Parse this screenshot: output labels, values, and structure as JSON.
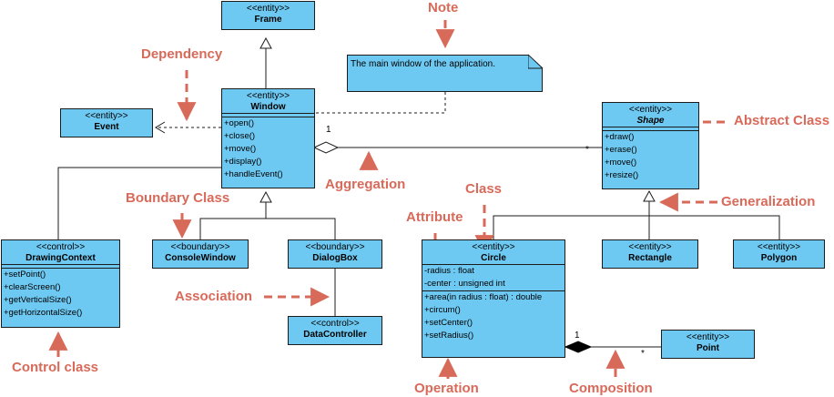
{
  "classes": {
    "frame": {
      "stereotype": "<<entity>>",
      "name": "Frame"
    },
    "window": {
      "stereotype": "<<entity>>",
      "name": "Window",
      "operations": [
        "+open()",
        "+close()",
        "+move()",
        "+display()",
        "+handleEvent()"
      ]
    },
    "event": {
      "stereotype": "<<entity>>",
      "name": "Event"
    },
    "shape": {
      "stereotype": "<<entity>>",
      "name": "Shape",
      "operations": [
        "+draw()",
        "+erase()",
        "+move()",
        "+resize()"
      ]
    },
    "drawing_context": {
      "stereotype": "<<control>>",
      "name": "DrawingContext",
      "operations": [
        "+setPoint()",
        "+clearScreen()",
        "+getVerticalSize()",
        "+getHorizontalSize()"
      ]
    },
    "console_window": {
      "stereotype": "<<boundary>>",
      "name": "ConsoleWindow"
    },
    "dialog_box": {
      "stereotype": "<<boundary>>",
      "name": "DialogBox"
    },
    "data_controller": {
      "stereotype": "<<control>>",
      "name": "DataController"
    },
    "circle": {
      "stereotype": "<<entity>>",
      "name": "Circle",
      "attributes": [
        "-radius : float",
        "-center : unsigned int"
      ],
      "operations": [
        "+area(in radius : float) : double",
        "+circum()",
        "+setCenter()",
        "+setRadius()"
      ]
    },
    "rectangle": {
      "stereotype": "<<entity>>",
      "name": "Rectangle"
    },
    "polygon": {
      "stereotype": "<<entity>>",
      "name": "Polygon"
    },
    "point": {
      "stereotype": "<<entity>>",
      "name": "Point"
    }
  },
  "note": {
    "text": "The main window of the application."
  },
  "multiplicities": {
    "aggregation_window": "1",
    "aggregation_shape": "*",
    "composition_circle": "1",
    "composition_point": "*"
  },
  "annotations": {
    "note": "Note",
    "dependency": "Dependency",
    "abstract_class": "Abstract Class",
    "aggregation": "Aggregation",
    "boundary_class": "Boundary Class",
    "class": "Class",
    "generalization": "Generalization",
    "attribute": "Attribute",
    "association": "Association",
    "control_class": "Control class",
    "operation": "Operation",
    "composition": "Composition"
  },
  "colors": {
    "class_fill": "#6ec9f2",
    "annotation": "#d86a5a",
    "line": "#1b1b1b"
  }
}
